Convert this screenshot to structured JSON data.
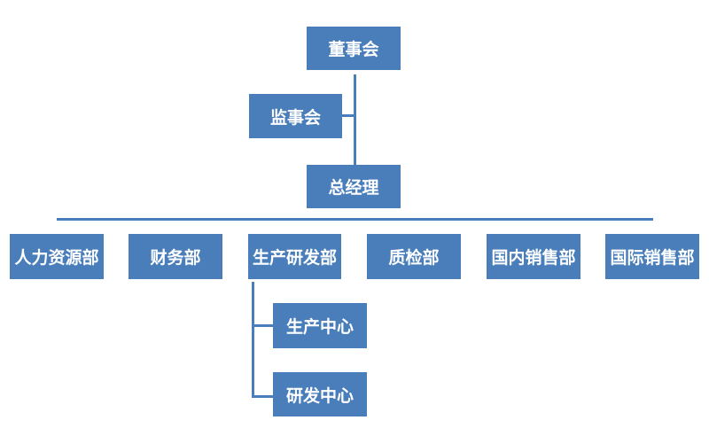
{
  "colors": {
    "node_fill": "#4a7ebb",
    "node_text": "#ffffff",
    "connector": "#4a7ebb"
  },
  "org": {
    "board": "董事会",
    "supervisory_board": "监事会",
    "general_manager": "总经理",
    "departments": [
      "人力资源部",
      "财务部",
      "生产研发部",
      "质检部",
      "国内销售部",
      "国际销售部"
    ],
    "rd_centers": [
      "生产中心",
      "研发中心"
    ]
  }
}
